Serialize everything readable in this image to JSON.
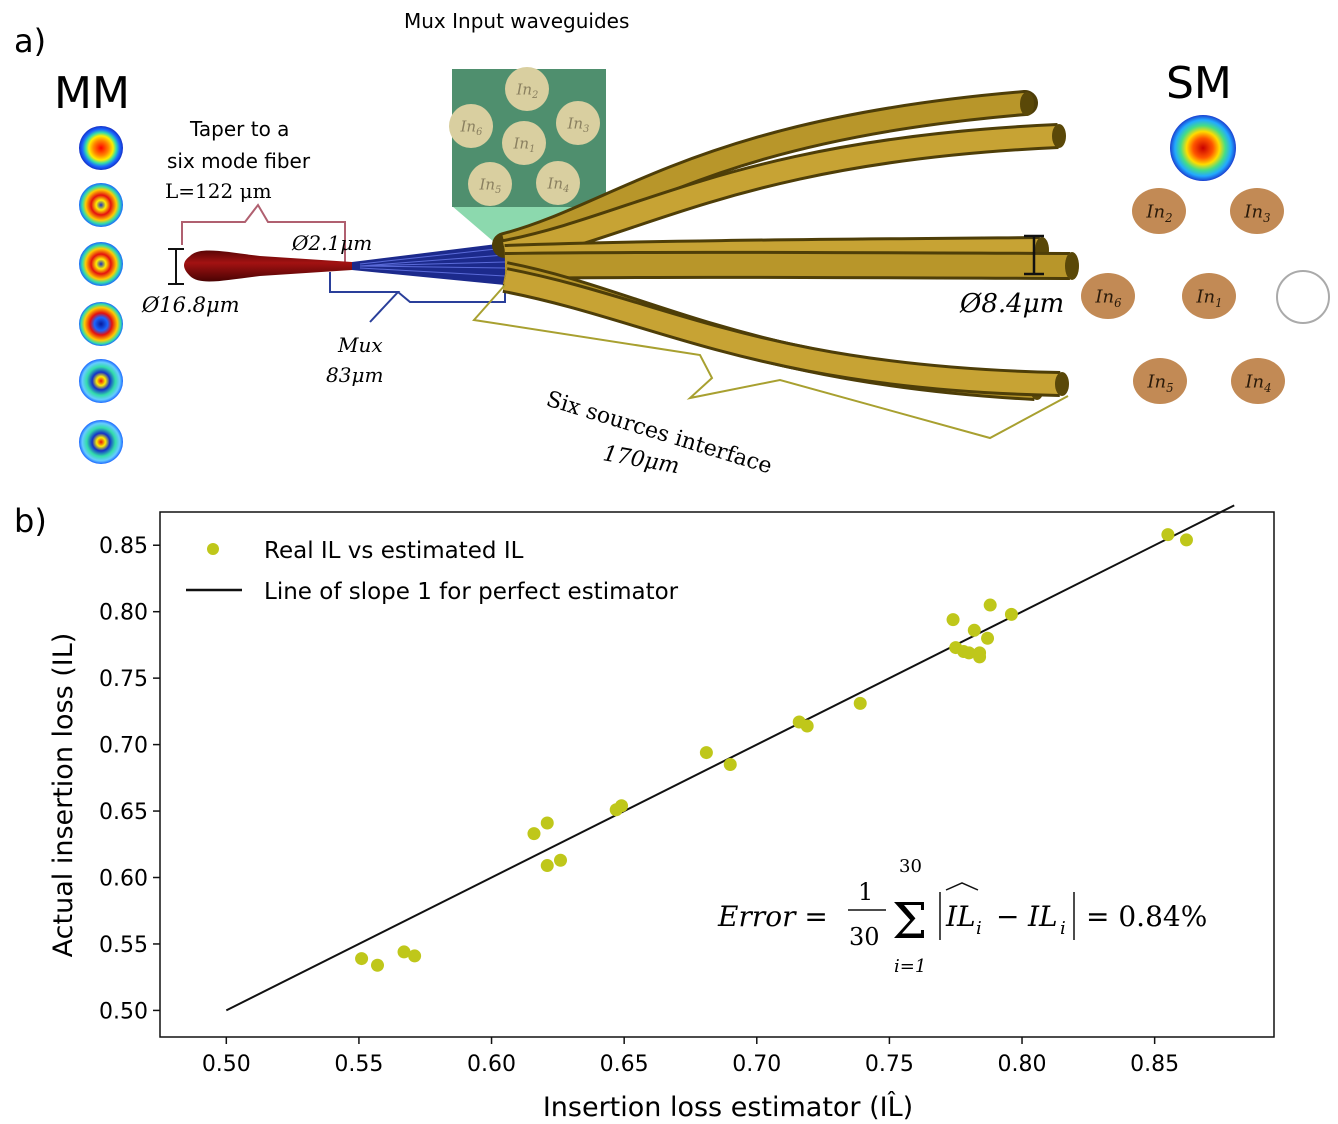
{
  "panel_a": {
    "label": "a)",
    "mm_title": "MM",
    "sm_title": "SM",
    "mux_input_title": "Mux Input waveguides",
    "taper_line1": "Taper to a",
    "taper_line2": "six mode fiber",
    "taper_length": "L=122 μm",
    "dia_small": "Ø2.1μm",
    "dia_input": "Ø16.8μm",
    "mux_label": "Mux",
    "mux_length": "83μm",
    "sources_label": "Six sources interface",
    "sources_length": "170μm",
    "dia_output": "Ø8.4μm",
    "inset_ports": [
      "In2",
      "In6",
      "In3",
      "In1",
      "In5",
      "In4"
    ],
    "sm_ports": [
      "In2",
      "In3",
      "In6",
      "In1",
      "In5",
      "In4"
    ],
    "colors": {
      "taper": "#8b0a0a",
      "mux": "#1c2a8c",
      "waveguide": "#b8962a",
      "port": "#c28a55",
      "inset_bg": "#4f8f6e"
    }
  },
  "panel_b": {
    "label": "b)"
  },
  "chart_data": {
    "type": "scatter",
    "xlabel": "Insertion loss estimator (IL̂)",
    "ylabel": "Actual insertion loss (IL)",
    "xlim": [
      0.475,
      0.895
    ],
    "ylim": [
      0.48,
      0.875
    ],
    "xticks": [
      "0.50",
      "0.55",
      "0.60",
      "0.65",
      "0.70",
      "0.75",
      "0.80",
      "0.85"
    ],
    "yticks": [
      "0.50",
      "0.55",
      "0.60",
      "0.65",
      "0.70",
      "0.75",
      "0.80",
      "0.85"
    ],
    "grid": false,
    "legend_position": "top-left",
    "series": [
      {
        "name": "Real IL vs estimated IL",
        "kind": "scatter",
        "color": "#bfc71a",
        "points": [
          [
            0.551,
            0.539
          ],
          [
            0.557,
            0.534
          ],
          [
            0.567,
            0.544
          ],
          [
            0.571,
            0.541
          ],
          [
            0.616,
            0.633
          ],
          [
            0.621,
            0.641
          ],
          [
            0.621,
            0.609
          ],
          [
            0.626,
            0.613
          ],
          [
            0.647,
            0.651
          ],
          [
            0.649,
            0.654
          ],
          [
            0.681,
            0.694
          ],
          [
            0.69,
            0.685
          ],
          [
            0.716,
            0.717
          ],
          [
            0.719,
            0.714
          ],
          [
            0.739,
            0.731
          ],
          [
            0.774,
            0.794
          ],
          [
            0.775,
            0.773
          ],
          [
            0.778,
            0.77
          ],
          [
            0.78,
            0.769
          ],
          [
            0.782,
            0.786
          ],
          [
            0.784,
            0.766
          ],
          [
            0.784,
            0.769
          ],
          [
            0.787,
            0.78
          ],
          [
            0.788,
            0.805
          ],
          [
            0.796,
            0.798
          ],
          [
            0.855,
            0.858
          ],
          [
            0.862,
            0.854
          ]
        ]
      },
      {
        "name": "Line of slope 1 for perfect estimator",
        "kind": "line",
        "color": "#111111",
        "points": [
          [
            0.5,
            0.5
          ],
          [
            0.88,
            0.88
          ]
        ]
      }
    ],
    "annotation": "Error = (1/30) Σ_{i=1}^{30} |IL̂_i − IL_i| = 0.84%",
    "error_value": "= 0.84%"
  }
}
